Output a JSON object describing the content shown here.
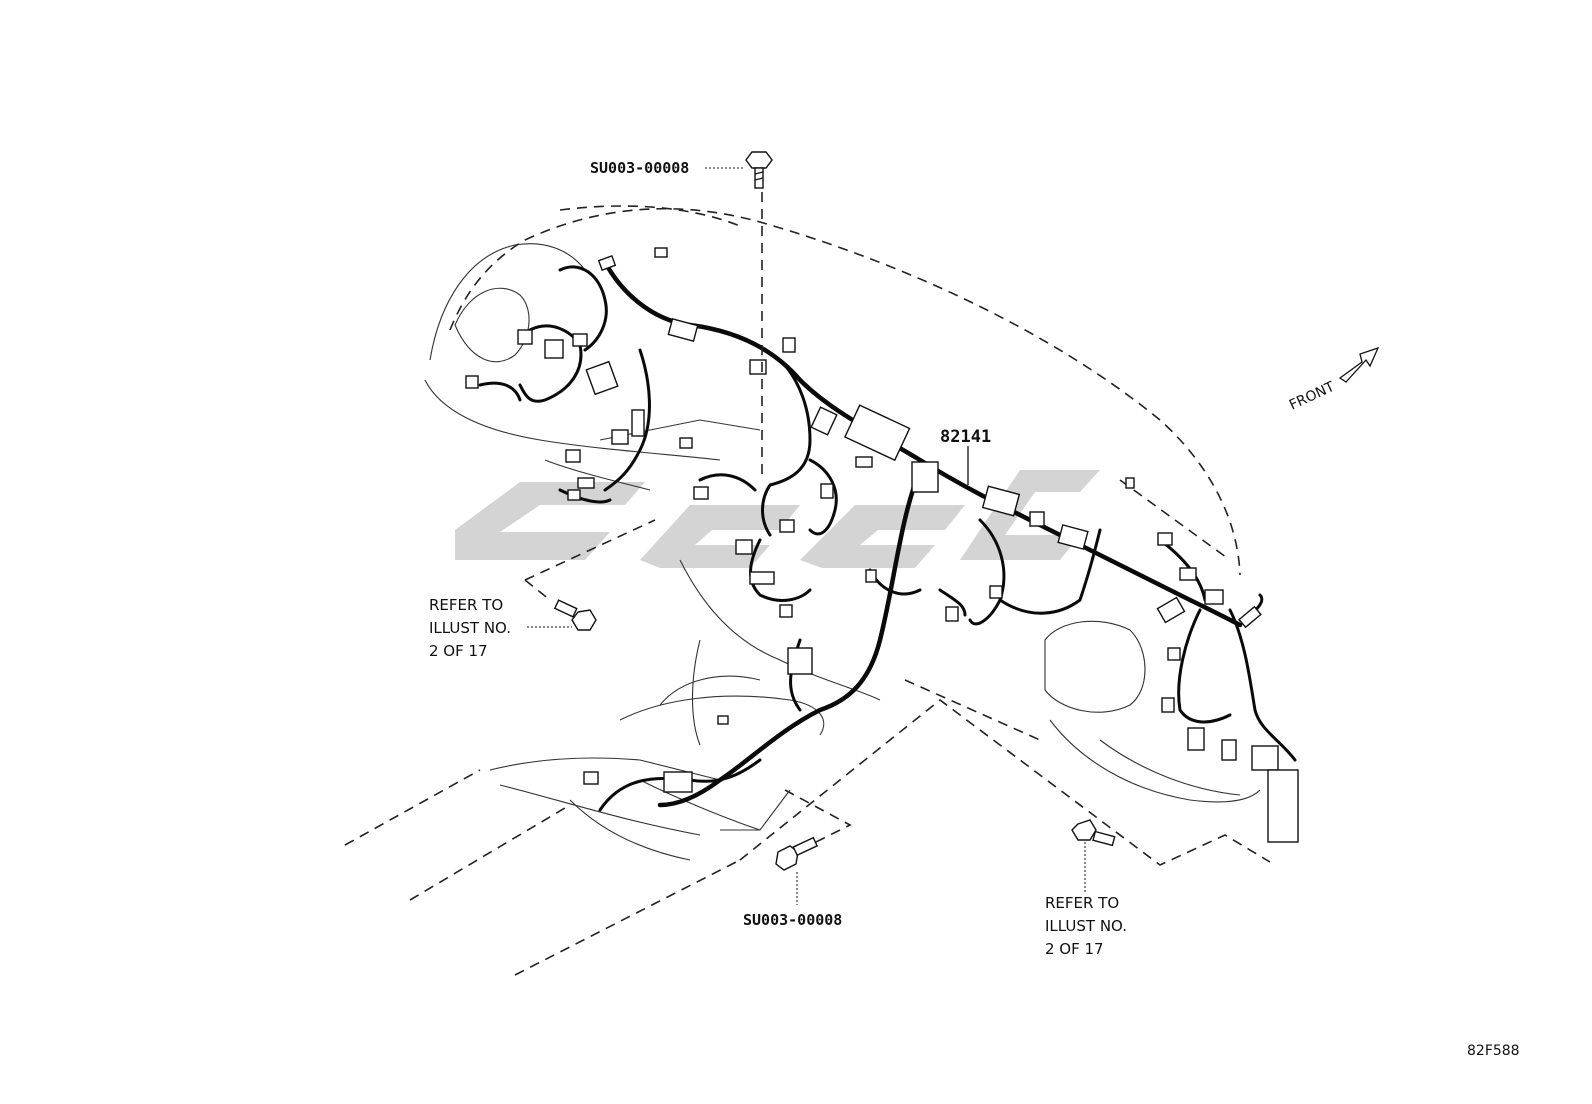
{
  "diagram": {
    "part_number_main": "82141",
    "bolt_label_top": "SU003-00008",
    "bolt_label_bottom": "SU003-00008",
    "refer_left": [
      "REFER TO",
      "ILLUST NO.",
      "2 OF 17"
    ],
    "refer_right": [
      "REFER TO",
      "ILLUST NO.",
      "2 OF 17"
    ],
    "front_label": "FRONT",
    "illustration_code": "82F588"
  },
  "colors": {
    "line": "#111111",
    "watermark": "#d4d4d4",
    "background": "#ffffff"
  },
  "icons": {
    "bolt": "bolt-icon",
    "front_arrow": "front-arrow-icon",
    "watermark": "brand-watermark"
  }
}
